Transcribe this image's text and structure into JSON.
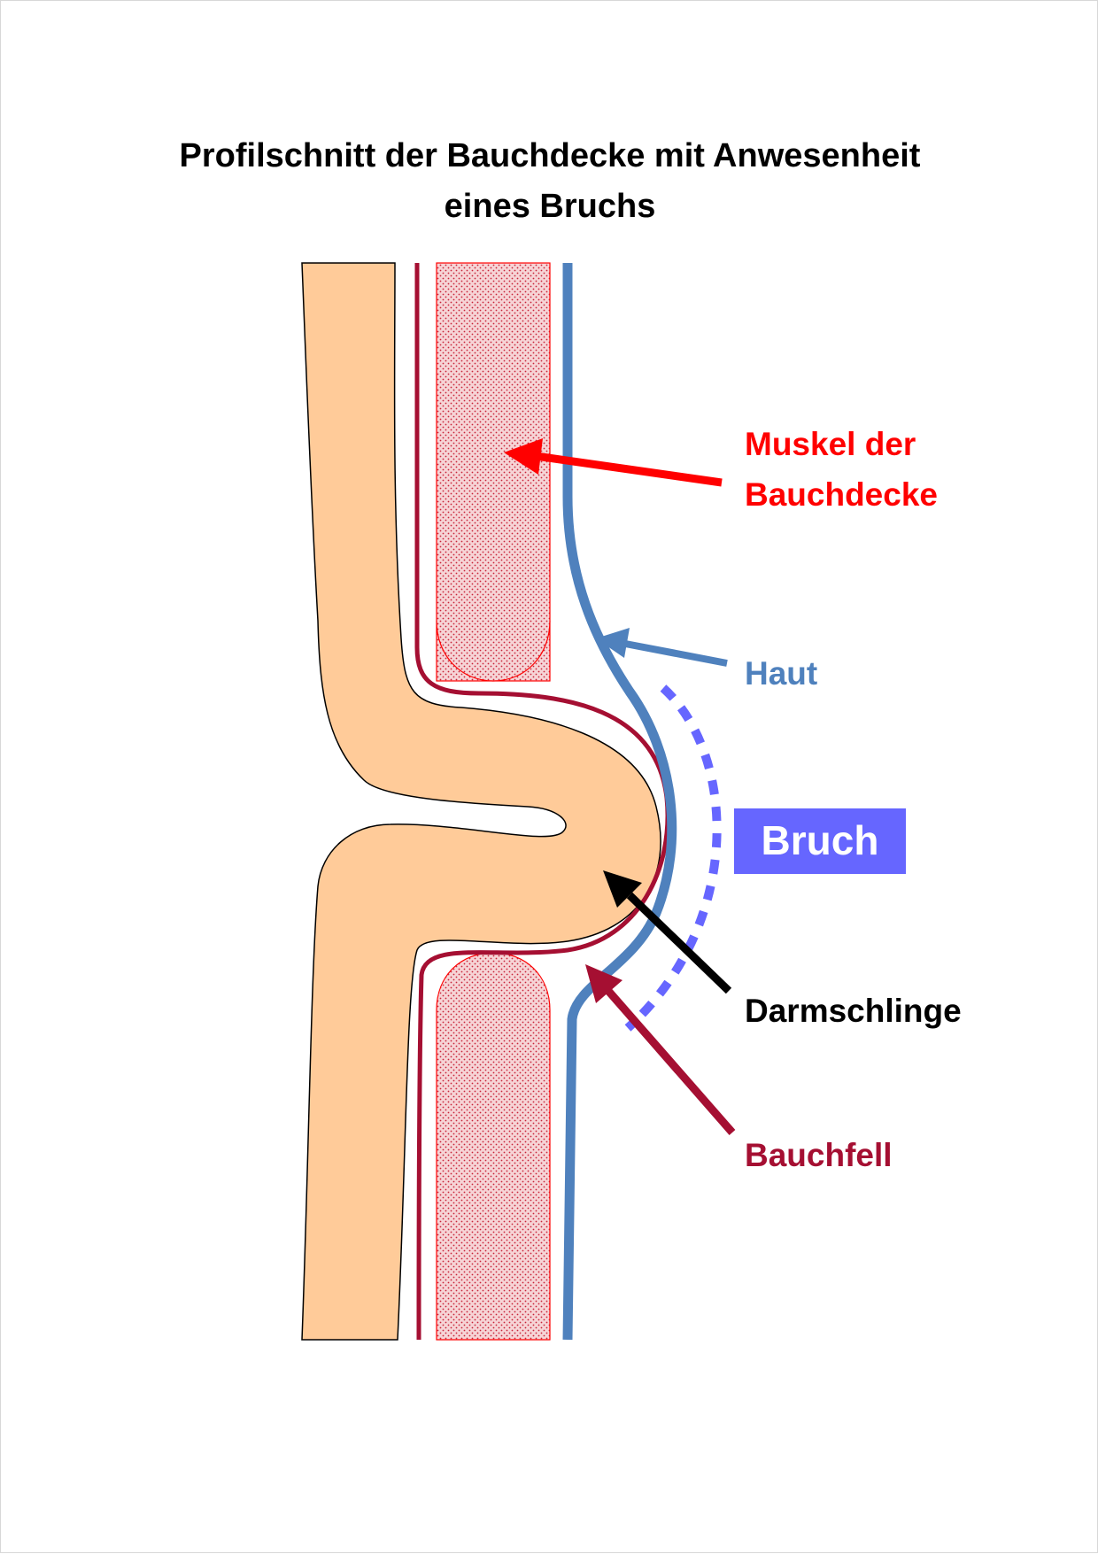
{
  "title": {
    "line1": "Profilschnitt der Bauchdecke mit Anwesenheit",
    "line2": "eines Bruchs"
  },
  "labels": {
    "muscle_line1": "Muskel der",
    "muscle_line2": "Bauchdecke",
    "skin": "Haut",
    "hernia": "Bruch",
    "intestine": "Darmschlinge",
    "peritoneum": "Bauchfell"
  },
  "colors": {
    "intestine_fill": "#FFCB99",
    "muscle_fill": "#F6D4D6",
    "muscle_dots": "#C8243A",
    "peritoneum": "#A50F32",
    "skin": "#4F81BD",
    "hernia": "#6666FF",
    "muscle_label": "#FF0000",
    "peritoneum_label": "#A50F32",
    "skin_label": "#4F81BD",
    "intestine_arrow": "#000000",
    "hernia_text": "#FFFFFF"
  }
}
